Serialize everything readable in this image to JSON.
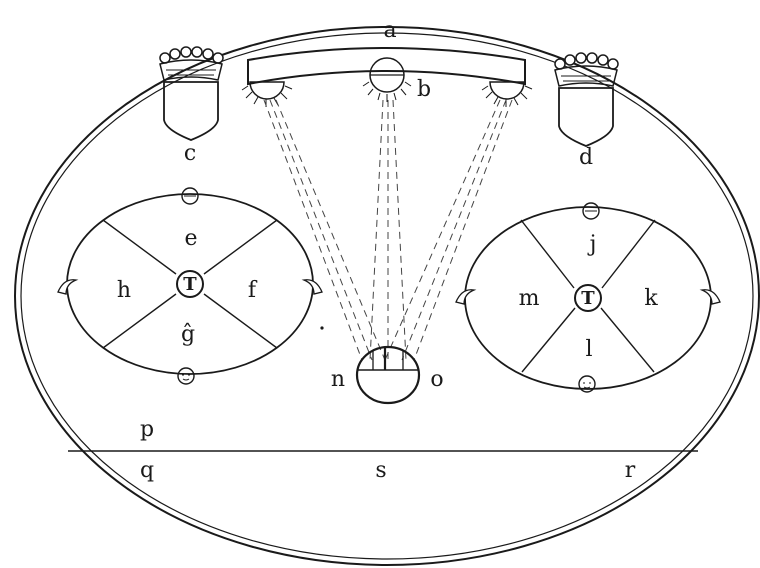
{
  "labels": {
    "a": "a",
    "b": "b",
    "c": "c",
    "d": "d",
    "e": "e",
    "f": "f",
    "g": "ĝ",
    "h": "h",
    "j": "j",
    "k": "k",
    "l": "l",
    "m": "m",
    "n": "n",
    "o": "o",
    "p": "p",
    "q": "q",
    "r": "r",
    "s": "s"
  },
  "center_marks": {
    "left": "T",
    "right": "T"
  },
  "colors": {
    "ink": "#1a1a1a",
    "paper": "#ffffff"
  }
}
